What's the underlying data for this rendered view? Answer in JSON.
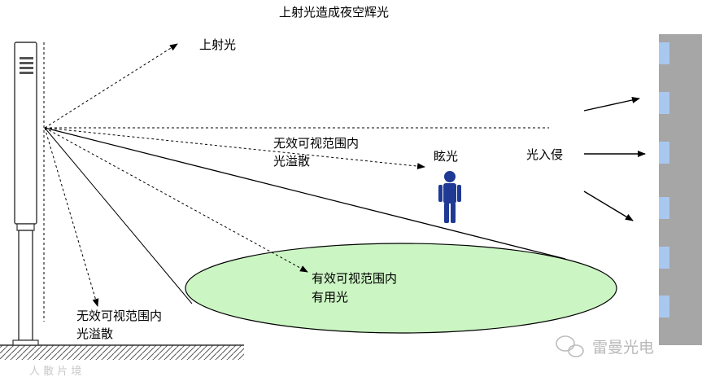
{
  "title": "上射光造成夜空辉光",
  "labels": {
    "uplight": "上射光",
    "spill_upper_line1": "无效可视范围内",
    "spill_upper_line2": "光溢散",
    "glare": "眩光",
    "light_trespass": "光入侵",
    "useful_line1": "有效可视范围内",
    "useful_line2": "有用光",
    "spill_lower_line1": "无效可视范围内",
    "spill_lower_line2": "光溢散"
  },
  "watermarks": {
    "brand": "雷曼光电",
    "source": "人 散 片 境"
  },
  "icons": {
    "person": "person-icon",
    "wechat": "wechat-icon"
  },
  "colors": {
    "lit_area_fill": "#ccf5c4",
    "building": "#a6a6a6",
    "window": "#a9c8f0",
    "person": "#1f3a94",
    "line": "#000000"
  }
}
